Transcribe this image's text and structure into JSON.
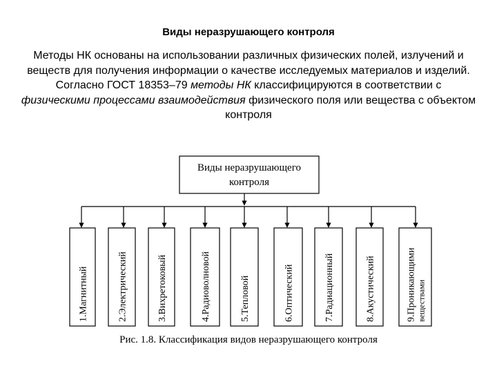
{
  "slide": {
    "title": "Виды неразрушающего контроля",
    "paragraph1": "Методы НК основаны на использовании различных физических полей, излучений и веществ для получения информации о качестве исследуемых материалов и изделий.",
    "paragraph2": {
      "part1": "Согласно ГОСТ 18353–79 ",
      "part2_italic": "методы НК",
      "part3": " классифицируются в соответствии с ",
      "part4_italic": "физическими процессами взаимодействия",
      "part5": " физического поля или вещества с объектом контроля"
    }
  },
  "diagram": {
    "root_line1": "Виды неразрушающего",
    "root_line2": "контроля",
    "methods": [
      {
        "line1": "1.Магнитный"
      },
      {
        "line1": "2.Электрический"
      },
      {
        "line1": "3.Вихретоковый"
      },
      {
        "line1": "4.Радиоволновой"
      },
      {
        "line1": "5.Тепловой"
      },
      {
        "line1": "6.Оптический"
      },
      {
        "line1": "7.Радиационный"
      },
      {
        "line1": "8.Акустический"
      },
      {
        "line1": "9.Проникающими",
        "line2": "веществами"
      }
    ],
    "caption": "Рис. 1.8. Классификация видов неразрушающего контроля"
  }
}
